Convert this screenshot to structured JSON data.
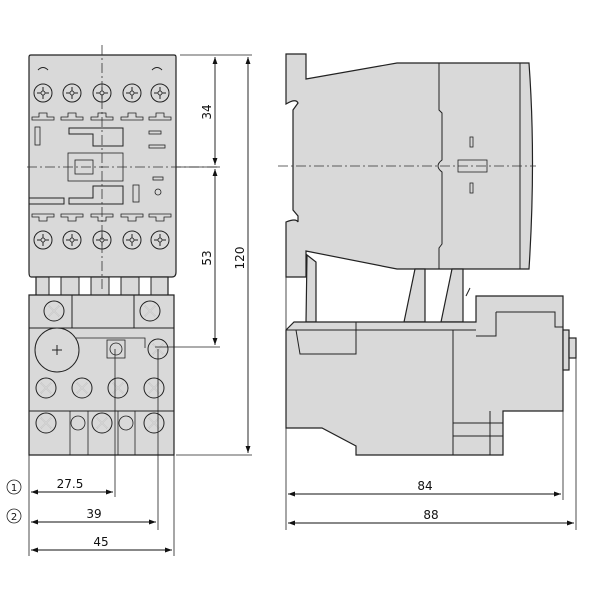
{
  "dimensions": {
    "front_top_height": "34",
    "front_mid_height": "53",
    "overall_height": "120",
    "width_1": "27.5",
    "width_2": "39",
    "overall_width": "45",
    "side_depth_1": "84",
    "side_depth_2": "88"
  },
  "markers": {
    "marker_1": "1",
    "marker_2": "2"
  }
}
